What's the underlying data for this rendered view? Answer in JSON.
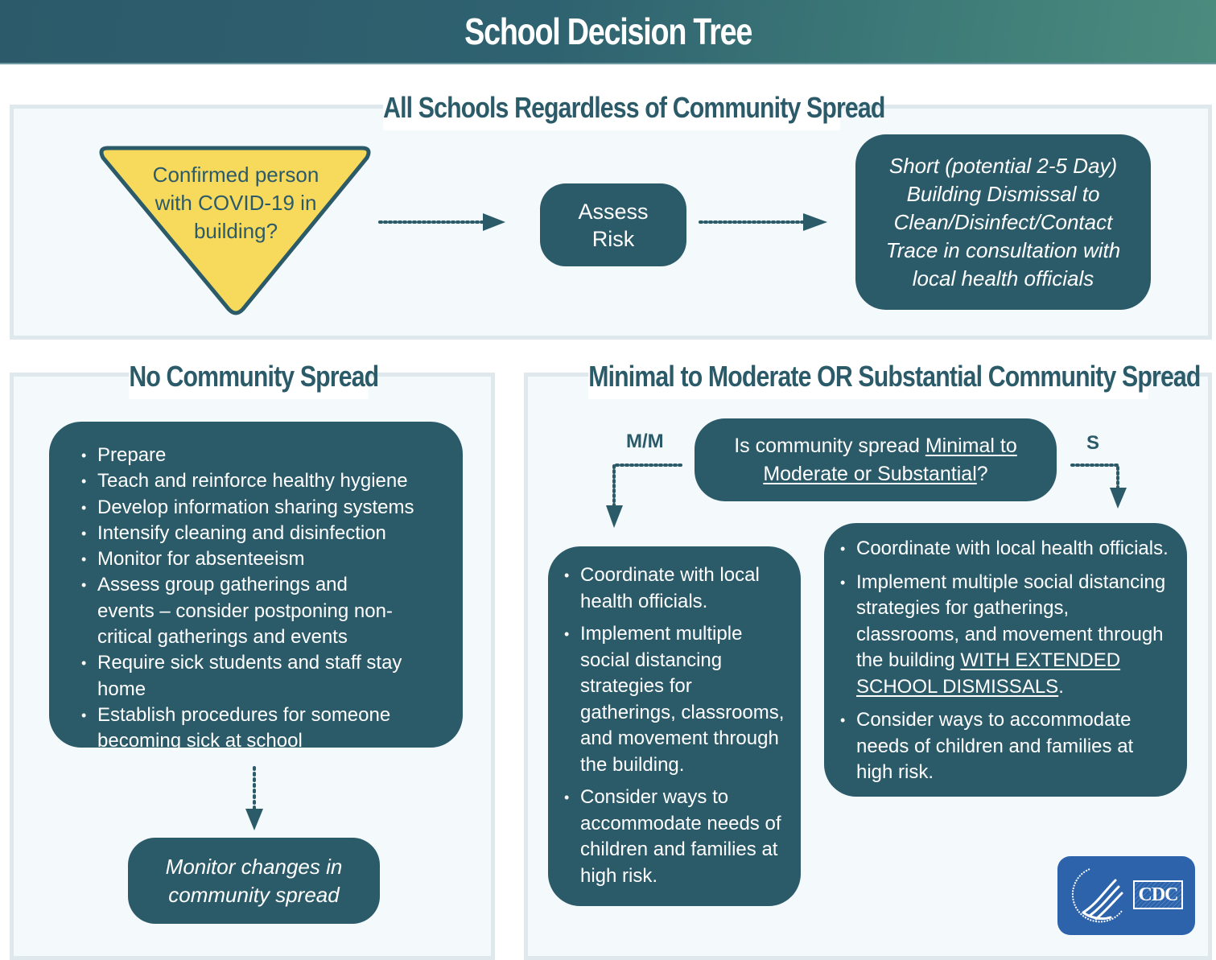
{
  "header": {
    "title": "School Decision Tree"
  },
  "all_schools": {
    "title": "All Schools Regardless of Community Spread",
    "decision": "Confirmed person with COVID-19 in building?",
    "assess": "Assess Risk",
    "assess_lines": [
      "Assess",
      "Risk"
    ],
    "dismissal_lines": [
      "Short (potential 2-5 Day)",
      "Building Dismissal to",
      "Clean/Disinfect/Contact",
      "Trace in consultation with",
      "local health officials"
    ],
    "decision_lines": [
      "Confirmed person",
      "with COVID-19 in",
      "building?"
    ]
  },
  "no_spread": {
    "title": "No Community Spread",
    "items": [
      "Prepare",
      "Teach and reinforce healthy hygiene",
      "Develop information sharing systems",
      "Intensify cleaning and disinfection",
      "Monitor for absenteeism",
      "Assess group gatherings and events – consider postponing non-critical gatherings and events",
      "Require sick students and staff stay home",
      "Establish procedures for someone becoming sick at school"
    ],
    "monitor_lines": [
      "Monitor changes in",
      "community spread"
    ]
  },
  "spread": {
    "title": "Minimal to Moderate OR Substantial Community Spread",
    "question_prefix": "Is community spread ",
    "question_underlined_1": "Minimal to",
    "question_underlined_2": "Moderate or Substantial",
    "question_suffix": "?",
    "mm_label": "M/M",
    "s_label": "S",
    "mm_items": [
      "Coordinate with local health officials.",
      "Implement multiple social distancing strategies for gatherings, classrooms, and movement through the building.",
      "Consider ways to accommodate needs of children and families at high risk."
    ],
    "s_items": {
      "item1": "Coordinate with local health officials.",
      "item2_prefix": "Implement multiple social distancing strategies for gatherings, classrooms, and movement through the building ",
      "item2_emphasis": "WITH EXTENDED SCHOOL DISMISSALS",
      "item2_suffix": ".",
      "item3": "Consider ways to accommodate needs of children and families at high risk."
    }
  },
  "logo": {
    "text": "CDC"
  },
  "colors": {
    "primary": "#2b5a69",
    "accent_yellow": "#f7d95c",
    "panel_bg": "#f4f9fc",
    "panel_border": "#dfe9ed",
    "cdc_blue": "#2c63ab"
  }
}
